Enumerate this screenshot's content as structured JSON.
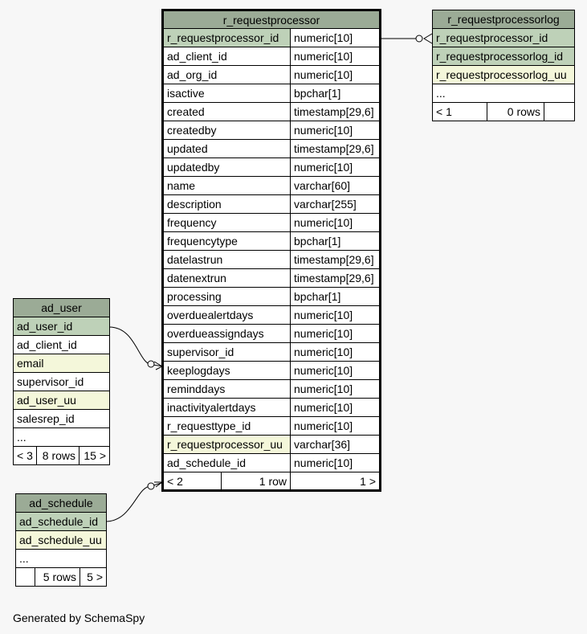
{
  "tables": {
    "main": {
      "name": "r_requestprocessor",
      "columns": [
        {
          "name": "r_requestprocessor_id",
          "type": "numeric[10]",
          "key": "pk"
        },
        {
          "name": "ad_client_id",
          "type": "numeric[10]",
          "key": ""
        },
        {
          "name": "ad_org_id",
          "type": "numeric[10]",
          "key": ""
        },
        {
          "name": "isactive",
          "type": "bpchar[1]",
          "key": ""
        },
        {
          "name": "created",
          "type": "timestamp[29,6]",
          "key": ""
        },
        {
          "name": "createdby",
          "type": "numeric[10]",
          "key": ""
        },
        {
          "name": "updated",
          "type": "timestamp[29,6]",
          "key": ""
        },
        {
          "name": "updatedby",
          "type": "numeric[10]",
          "key": ""
        },
        {
          "name": "name",
          "type": "varchar[60]",
          "key": ""
        },
        {
          "name": "description",
          "type": "varchar[255]",
          "key": ""
        },
        {
          "name": "frequency",
          "type": "numeric[10]",
          "key": ""
        },
        {
          "name": "frequencytype",
          "type": "bpchar[1]",
          "key": ""
        },
        {
          "name": "datelastrun",
          "type": "timestamp[29,6]",
          "key": ""
        },
        {
          "name": "datenextrun",
          "type": "timestamp[29,6]",
          "key": ""
        },
        {
          "name": "processing",
          "type": "bpchar[1]",
          "key": ""
        },
        {
          "name": "overduealertdays",
          "type": "numeric[10]",
          "key": ""
        },
        {
          "name": "overdueassigndays",
          "type": "numeric[10]",
          "key": ""
        },
        {
          "name": "supervisor_id",
          "type": "numeric[10]",
          "key": ""
        },
        {
          "name": "keeplogdays",
          "type": "numeric[10]",
          "key": ""
        },
        {
          "name": "reminddays",
          "type": "numeric[10]",
          "key": ""
        },
        {
          "name": "inactivityalertdays",
          "type": "numeric[10]",
          "key": ""
        },
        {
          "name": "r_requesttype_id",
          "type": "numeric[10]",
          "key": ""
        },
        {
          "name": "r_requestprocessor_uu",
          "type": "varchar[36]",
          "key": "uq"
        },
        {
          "name": "ad_schedule_id",
          "type": "numeric[10]",
          "key": ""
        }
      ],
      "footer": {
        "parents": "< 2",
        "rows": "1 row",
        "children": "1 >"
      }
    },
    "log": {
      "name": "r_requestprocessorlog",
      "columns": [
        {
          "name": "r_requestprocessor_id",
          "key": "pk"
        },
        {
          "name": "r_requestprocessorlog_id",
          "key": "pk"
        },
        {
          "name": "r_requestprocessorlog_uu",
          "key": "uq"
        },
        {
          "name": "...",
          "key": ""
        }
      ],
      "footer": {
        "parents": "< 1",
        "rows": "0 rows",
        "children": ""
      }
    },
    "user": {
      "name": "ad_user",
      "columns": [
        {
          "name": "ad_user_id",
          "key": "pk"
        },
        {
          "name": "ad_client_id",
          "key": ""
        },
        {
          "name": "email",
          "key": "uq"
        },
        {
          "name": "supervisor_id",
          "key": ""
        },
        {
          "name": "ad_user_uu",
          "key": "uq"
        },
        {
          "name": "salesrep_id",
          "key": ""
        },
        {
          "name": "...",
          "key": ""
        }
      ],
      "footer": {
        "parents": "< 3",
        "rows": "8 rows",
        "children": "15 >"
      }
    },
    "schedule": {
      "name": "ad_schedule",
      "columns": [
        {
          "name": "ad_schedule_id",
          "key": "pk"
        },
        {
          "name": "ad_schedule_uu",
          "key": "uq"
        },
        {
          "name": "...",
          "key": ""
        }
      ],
      "footer": {
        "parents": "",
        "rows": "5 rows",
        "children": "5 >"
      }
    }
  },
  "footer_text": "Generated by SchemaSpy"
}
